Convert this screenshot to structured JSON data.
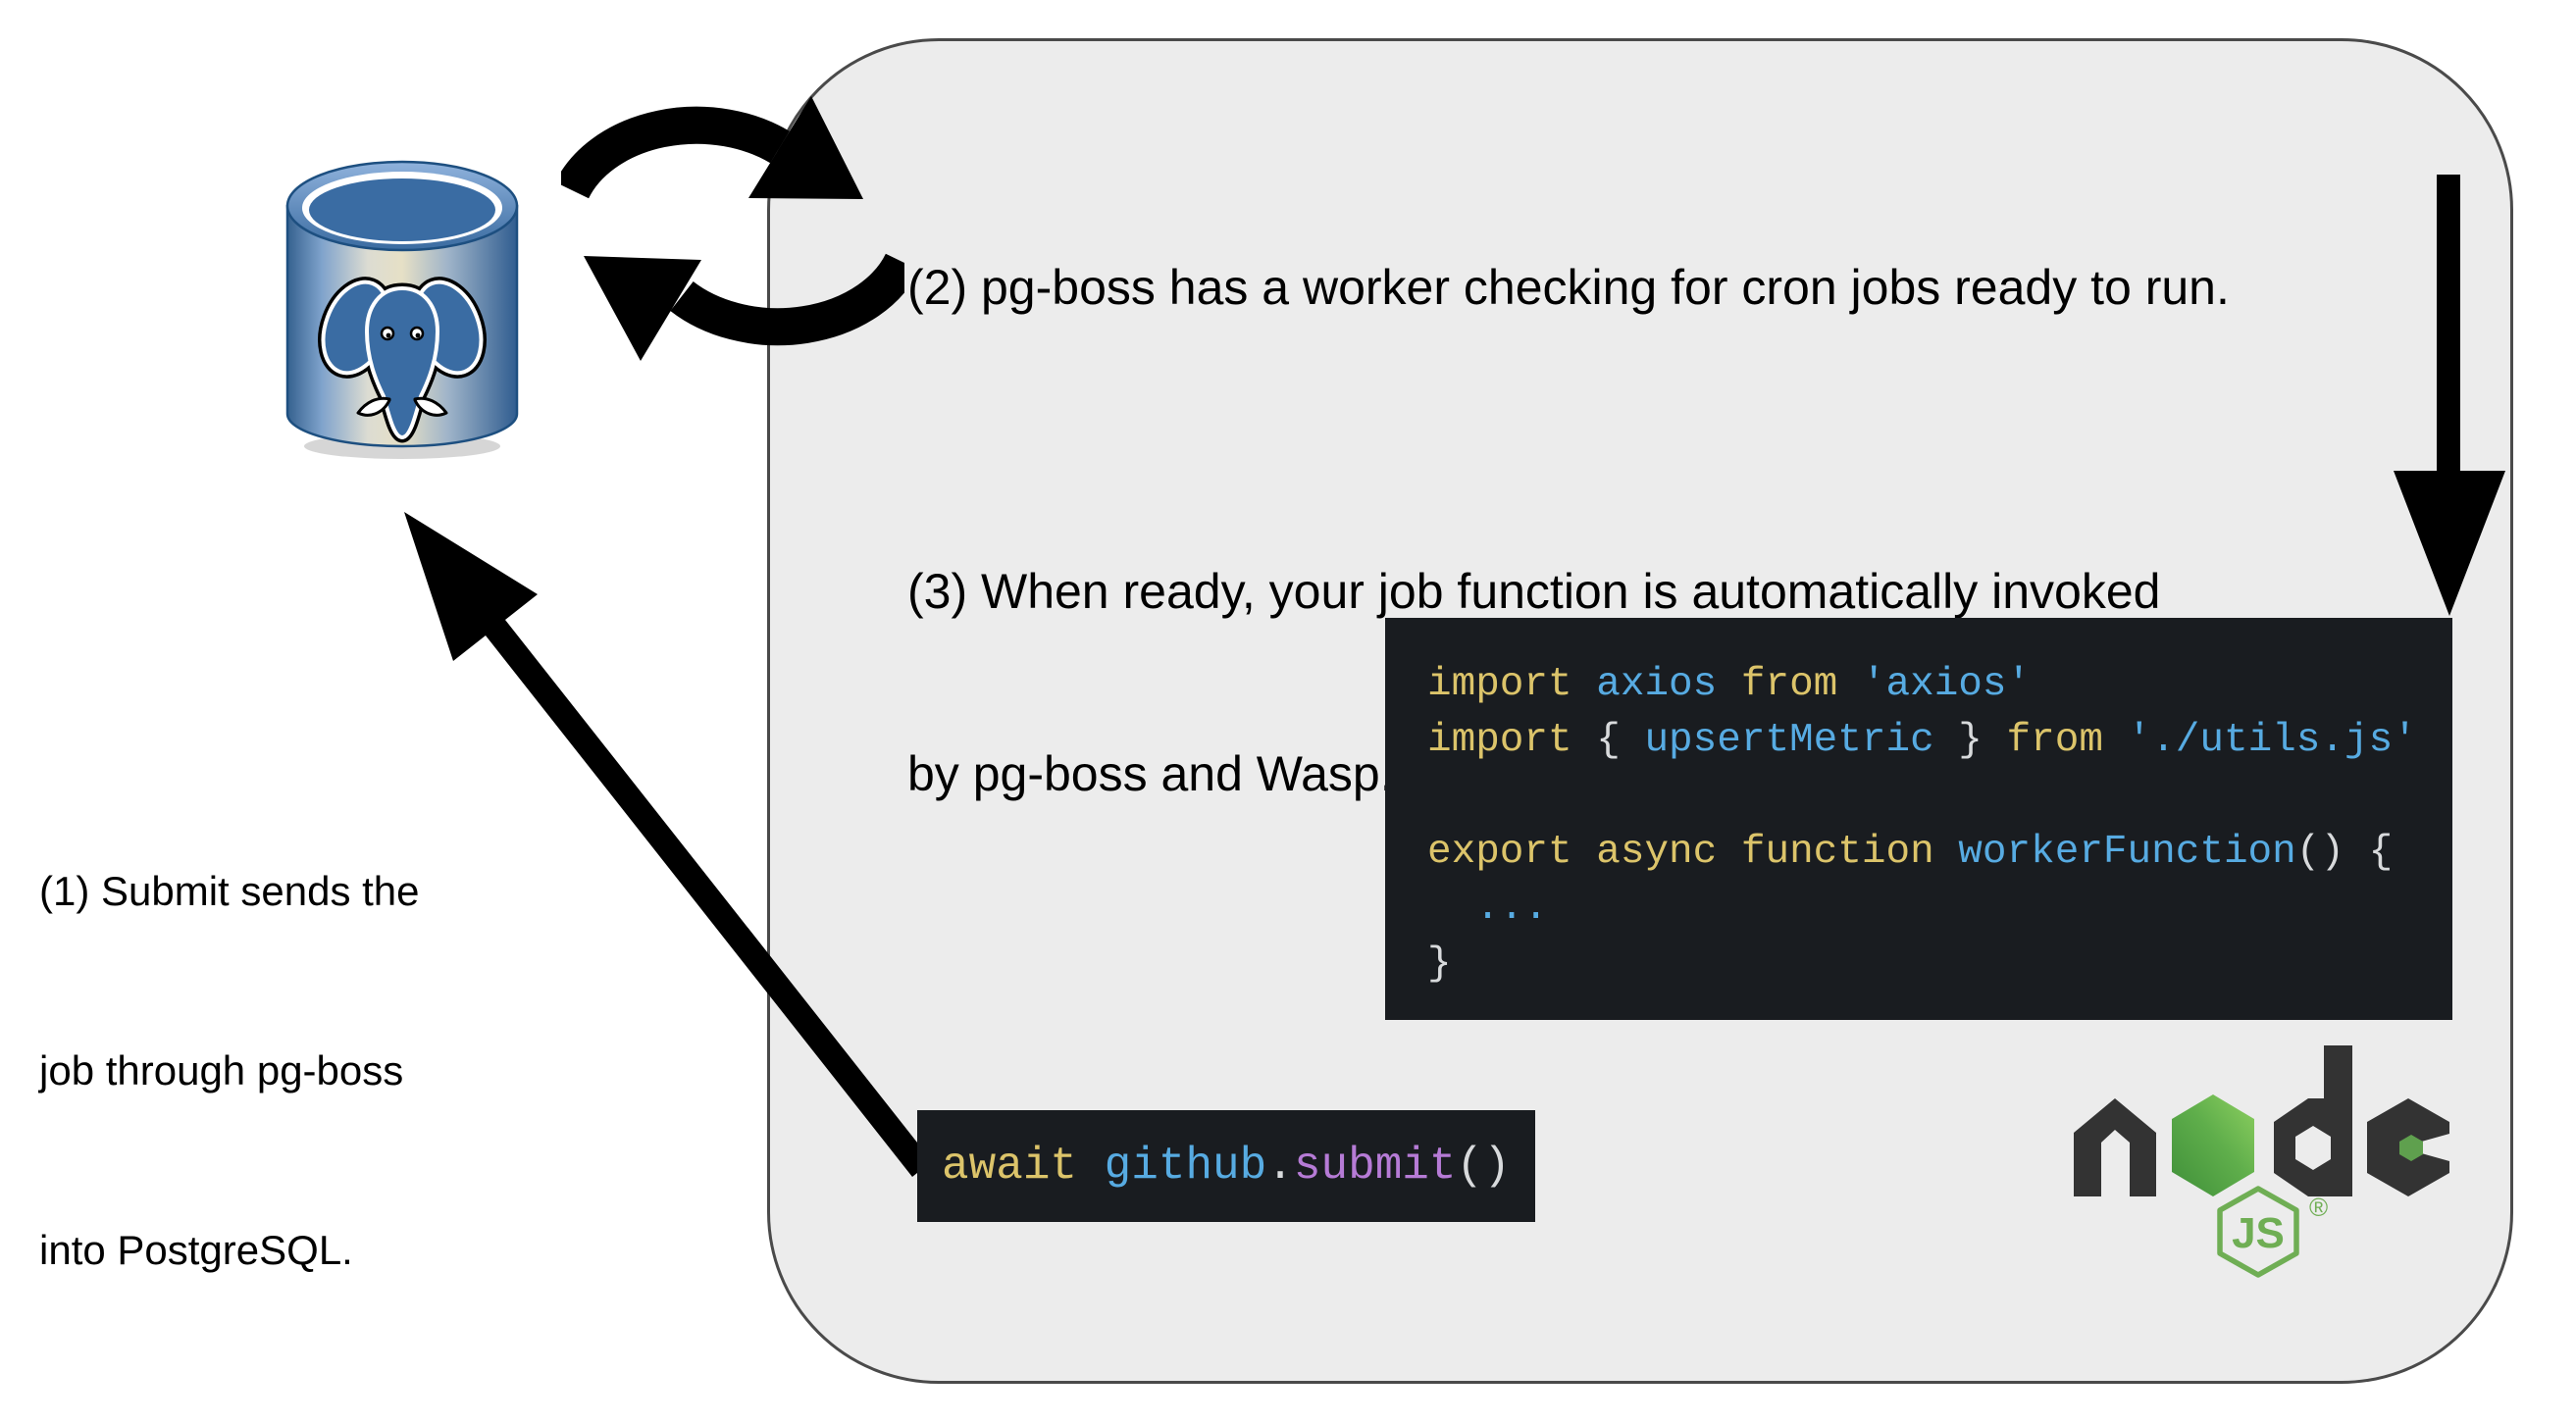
{
  "canvas": {
    "background": "#ffffff"
  },
  "panel": {
    "background": "#ececec",
    "border_color": "#4a4a4a"
  },
  "labels": {
    "step1": {
      "line1": "(1) Submit sends the",
      "line2": "job through pg-boss",
      "line3": "into PostgreSQL."
    },
    "step2": {
      "text": "(2) pg-boss has a worker checking for cron jobs ready to run."
    },
    "step3": {
      "line1": "(3) When ready, your job function is automatically invoked",
      "line2": "by pg-boss and Wasp."
    }
  },
  "code": {
    "worker": {
      "line1": [
        {
          "t": "import ",
          "c": "kw"
        },
        {
          "t": "axios ",
          "c": "id"
        },
        {
          "t": "from ",
          "c": "kw"
        },
        {
          "t": "'axios'",
          "c": "str"
        }
      ],
      "line2": [
        {
          "t": "import ",
          "c": "kw"
        },
        {
          "t": "{ ",
          "c": "pun"
        },
        {
          "t": "upsertMetric",
          "c": "id"
        },
        {
          "t": " } ",
          "c": "pun"
        },
        {
          "t": "from ",
          "c": "kw"
        },
        {
          "t": "'./utils.js'",
          "c": "str"
        }
      ],
      "line3": [
        {
          "t": " ",
          "c": "pun"
        }
      ],
      "line4": [
        {
          "t": "export ",
          "c": "kw"
        },
        {
          "t": "async ",
          "c": "kw"
        },
        {
          "t": "function ",
          "c": "kw"
        },
        {
          "t": "workerFunction",
          "c": "id"
        },
        {
          "t": "() {",
          "c": "pun"
        }
      ],
      "line5": [
        {
          "t": "  ...",
          "c": "id"
        }
      ],
      "line6": [
        {
          "t": "}",
          "c": "pun"
        }
      ]
    },
    "submit": [
      {
        "t": "await ",
        "c": "kw"
      },
      {
        "t": "github",
        "c": "id"
      },
      {
        "t": ".",
        "c": "pun"
      },
      {
        "t": "submit",
        "c": "fn"
      },
      {
        "t": "()",
        "c": "pun"
      }
    ]
  },
  "nodejs": {
    "word": "node",
    "badge": "JS",
    "registered": "®"
  },
  "icons": {
    "postgresql": "postgresql-database-icon",
    "cycle": "sync-cycle-icon",
    "down_arrow": "worker-invoke-arrow",
    "diagonal_arrow": "submit-arrow",
    "nodejs": "nodejs-logo"
  },
  "colors": {
    "code_background": "#191c20",
    "code_keyword": "#dcc46a",
    "code_identifier": "#57abe2",
    "code_string": "#57abe2",
    "code_function": "#b67bd6",
    "code_punctuation": "#d8dadc",
    "panel_background": "#ececec",
    "panel_border": "#4a4a4a",
    "arrow_black": "#000000",
    "node_green": "#5fa04e",
    "node_dark": "#333333",
    "postgres_blue": "#336791"
  }
}
